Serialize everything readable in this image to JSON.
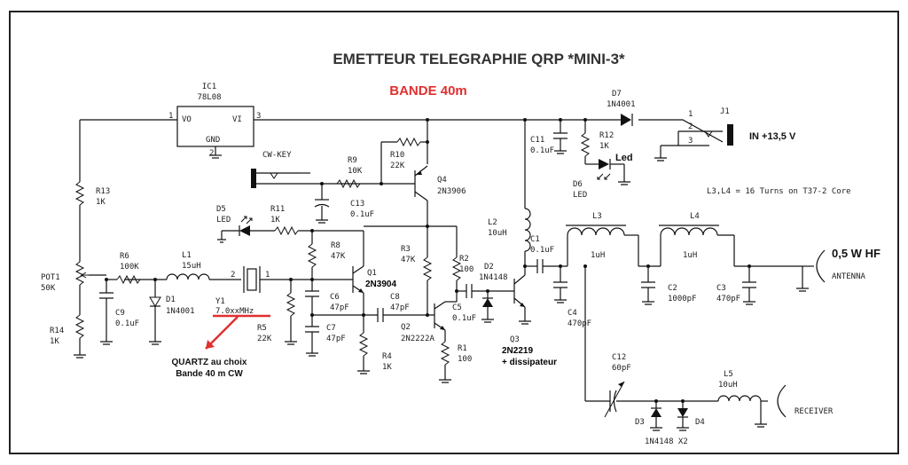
{
  "title": "EMETTEUR TELEGRAPHIE QRP *MINI-3*",
  "band": "BANDE 40m",
  "colors": {
    "accent": "#e03030",
    "ink": "#111111",
    "frame": "#222222"
  },
  "ic1": {
    "ref": "IC1",
    "part": "78L08",
    "pin_vo": "VO",
    "pin_vi": "VI",
    "pin_gnd": "GND",
    "pin1": "1",
    "pin3": "3",
    "pin2": "2"
  },
  "components": {
    "r13": [
      "R13",
      "1K"
    ],
    "r14": [
      "R14",
      "1K"
    ],
    "pot1": [
      "POT1",
      "50K"
    ],
    "r6": [
      "R6",
      "100K"
    ],
    "c9": [
      "C9",
      "0.1uF"
    ],
    "d1": [
      "D1",
      "1N4001"
    ],
    "l1": [
      "L1",
      "15uH"
    ],
    "y1": [
      "Y1",
      "7.0xxMHz"
    ],
    "y1_pins": [
      "2",
      "1"
    ],
    "r5": [
      "R5",
      "22K"
    ],
    "d5": [
      "D5",
      "LED"
    ],
    "r11": [
      "R11",
      "1K"
    ],
    "cwkey": "CW-KEY",
    "r9": [
      "R9",
      "10K"
    ],
    "c13": [
      "C13",
      "0.1uF"
    ],
    "r10": [
      "R10",
      "22K"
    ],
    "q4": [
      "Q4",
      "2N3906"
    ],
    "r8": [
      "R8",
      "47K"
    ],
    "q1": [
      "Q1",
      "2N3904"
    ],
    "c6": [
      "C6",
      "47pF"
    ],
    "c7": [
      "C7",
      "47pF"
    ],
    "r4": [
      "R4",
      "1K"
    ],
    "c8": [
      "C8",
      "47pF"
    ],
    "r3": [
      "R3",
      "47K"
    ],
    "q2": [
      "Q2",
      "2N2222A"
    ],
    "r1": [
      "R1",
      "100"
    ],
    "r2": [
      "R2",
      "100"
    ],
    "c5": [
      "C5",
      "0.1uF"
    ],
    "d2": [
      "D2",
      "1N4148"
    ],
    "q3": [
      "Q3",
      "2N2219",
      "+ dissipateur"
    ],
    "l2": [
      "L2",
      "10uH"
    ],
    "c11": [
      "C11",
      "0.1uF"
    ],
    "r12": [
      "R12",
      "1K"
    ],
    "d6": [
      "D6",
      "LED"
    ],
    "d7": [
      "D7",
      "1N4001"
    ],
    "c1": [
      "C1",
      "0.1uF"
    ],
    "l3": [
      "L3",
      "1uH"
    ],
    "l4": [
      "L4",
      "1uH"
    ],
    "c4": [
      "C4",
      "470pF"
    ],
    "c2": [
      "C2",
      "1000pF"
    ],
    "c3": [
      "C3",
      "470pF"
    ],
    "c12": [
      "C12",
      "60pF"
    ],
    "d3": "D3",
    "d4": "D4",
    "d34": "1N4148  X2",
    "l5": [
      "L5",
      "10uH"
    ]
  },
  "j1": {
    "ref": "J1",
    "pins": [
      "1",
      "2",
      "3"
    ],
    "supply": "IN  +13,5 V"
  },
  "led_label": "Led",
  "coil_note": "L3,L4 = 16 Turns on T37-2 Core",
  "output_power": "0,5 W HF",
  "antenna": "ANTENNA",
  "receiver": "RECEIVER",
  "quartz_note": [
    "QUARTZ au choix",
    "Bande 40 m CW"
  ]
}
